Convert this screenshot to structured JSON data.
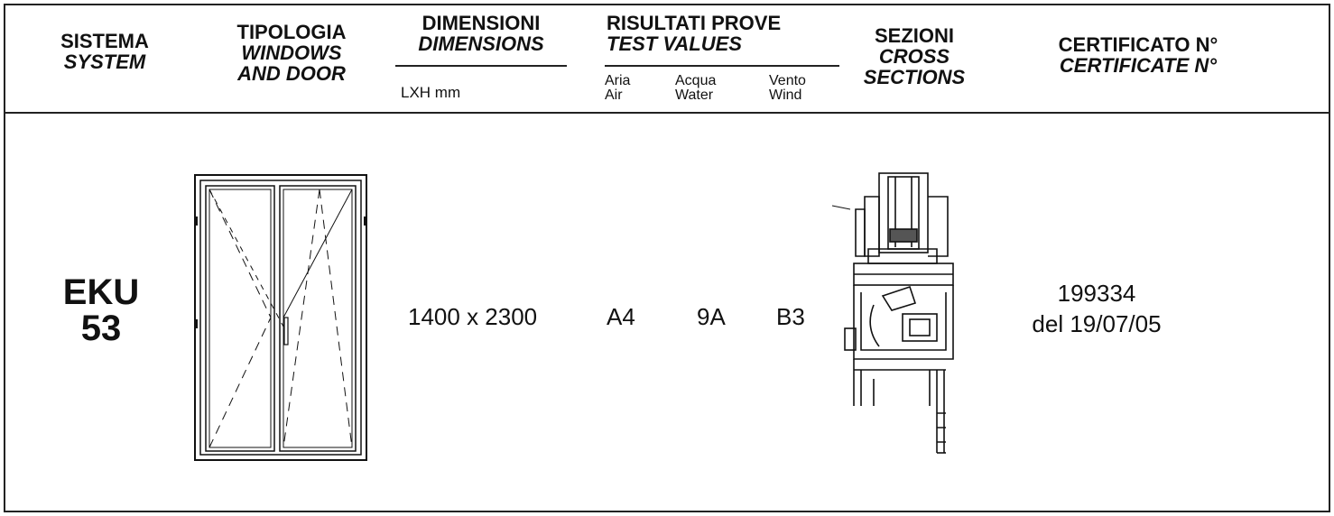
{
  "header": {
    "system": {
      "it": "SISTEMA",
      "en": "SYSTEM"
    },
    "typology": {
      "it": "TIPOLOGIA",
      "en1": "WINDOWS",
      "en2": "AND DOOR"
    },
    "dimensions": {
      "it": "DIMENSIONI",
      "en": "DIMENSIONS",
      "unit": "LXH mm"
    },
    "test": {
      "it": "RISULTATI PROVE",
      "en": "TEST VALUES",
      "air": {
        "it": "Aria",
        "en": "Air"
      },
      "water": {
        "it": "Acqua",
        "en": "Water"
      },
      "wind": {
        "it": "Vento",
        "en": "Wind"
      }
    },
    "sections": {
      "it": "SEZIONI",
      "en1": "CROSS",
      "en2": "SECTIONS"
    },
    "certificate": {
      "it": "CERTIFICATO N°",
      "en": "CERTIFICATE N°"
    }
  },
  "row": {
    "system_line1": "EKU",
    "system_line2": "53",
    "dimensions": "1400 x 2300",
    "air": "A4",
    "water": "9A",
    "wind": "B3",
    "certificate_no": "199334",
    "certificate_date": "del 19/07/05"
  }
}
